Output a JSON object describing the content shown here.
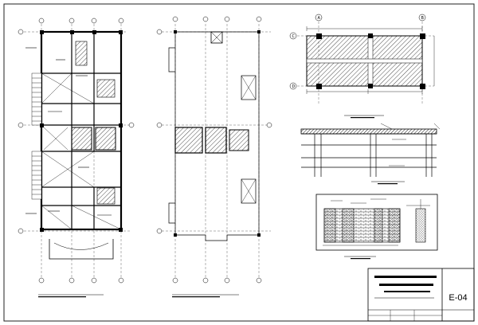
{
  "sheet": {
    "code": "E-04",
    "grid_letters": {
      "top_left": "A",
      "top_right": "B",
      "side_top": "C",
      "side_bottom": "D"
    }
  },
  "colors": {
    "ink": "#000000",
    "paper": "#ffffff",
    "frame": "#222222"
  }
}
